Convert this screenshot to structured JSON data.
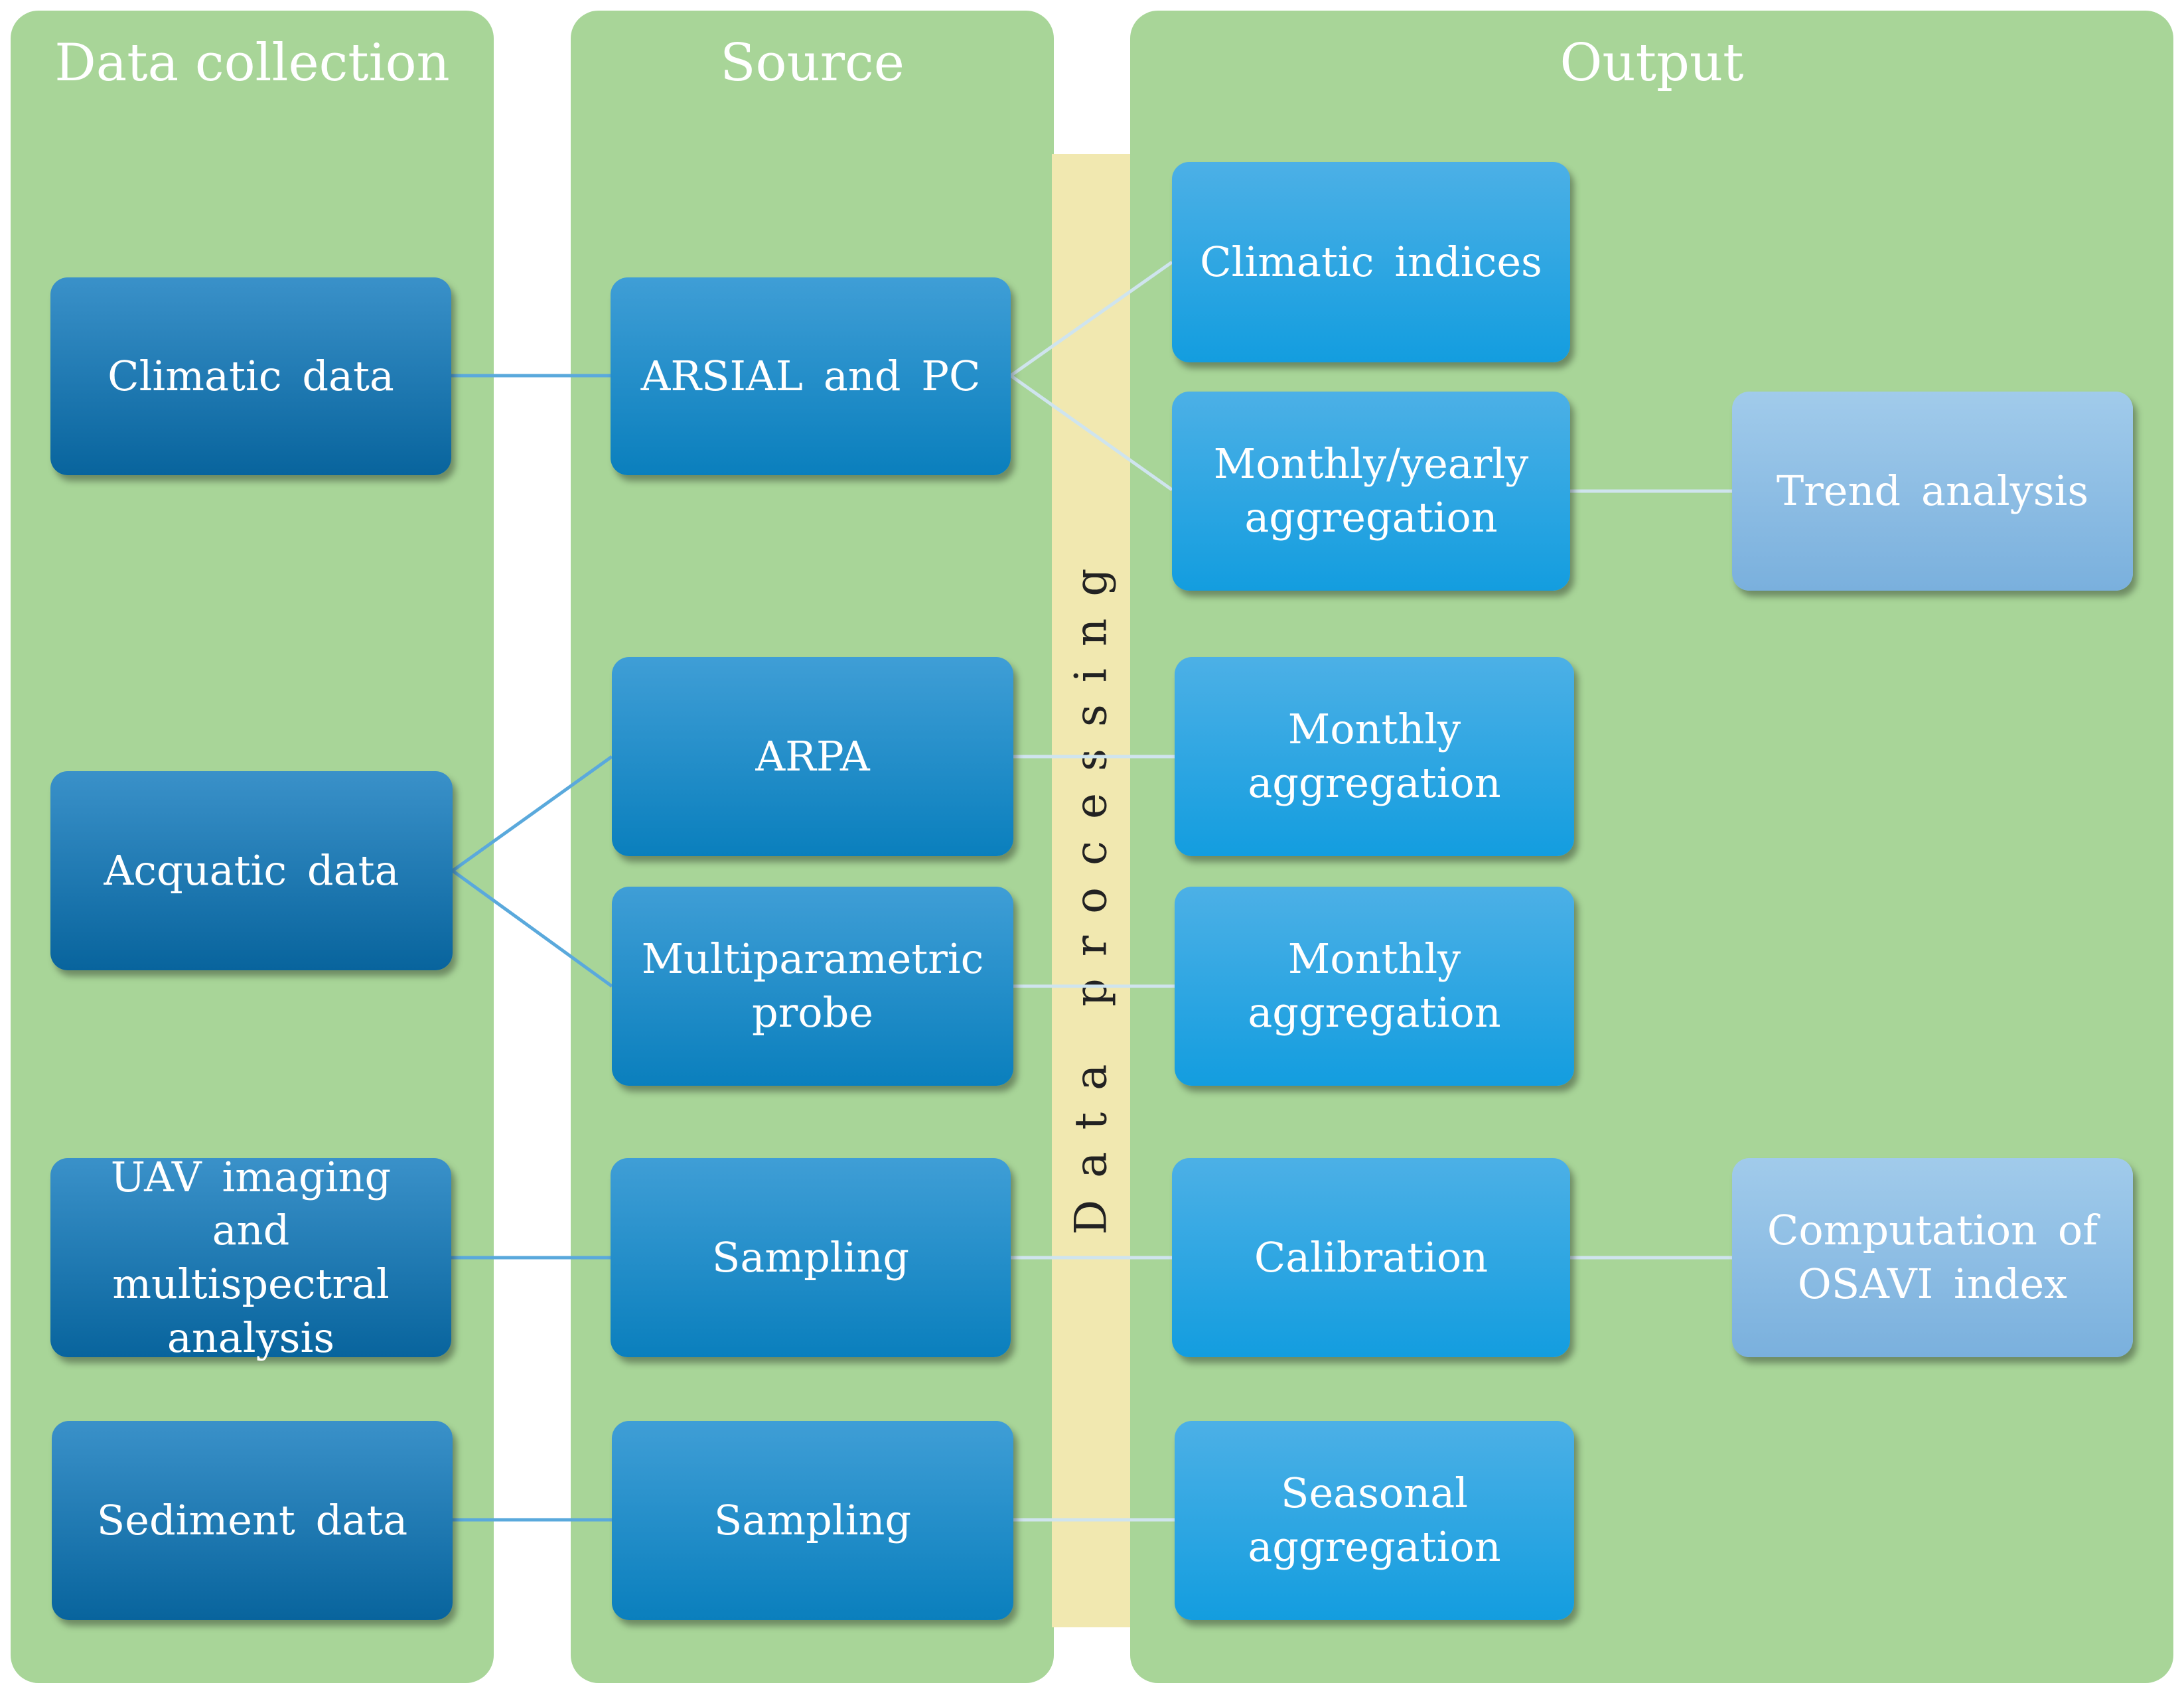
{
  "columns": {
    "data_collection": "Data collection",
    "source": "Source",
    "output": "Output"
  },
  "band_label": "Data processing",
  "data_collection": {
    "climatic": "Climatic data",
    "acquatic": "Acquatic data",
    "uav": "UAV imaging and\nmultispectral\nanalysis",
    "sediment": "Sediment data"
  },
  "source": {
    "arsial": "ARSIAL and PC",
    "arpa": "ARPA",
    "probe": "Multiparametric\nprobe",
    "sampling_uav": "Sampling",
    "sampling_sediment": "Sampling"
  },
  "output": {
    "climatic_indices": "Climatic indices",
    "monthly_yearly": "Monthly/yearly\naggregation",
    "monthly_arpa": "Monthly\naggregation",
    "monthly_probe": "Monthly\naggregation",
    "calibration": "Calibration",
    "seasonal": "Seasonal\naggregation"
  },
  "results": {
    "trend": "Trend analysis",
    "osavi": "Computation of\nOSAVI index"
  },
  "colors": {
    "panel": "#a8d598",
    "band": "#f1e8b0",
    "box_dark": "#0b6aa3",
    "box_output": "#1aa0e0",
    "box_light": "#8fbfe5",
    "connector": "#5aa9dc"
  }
}
